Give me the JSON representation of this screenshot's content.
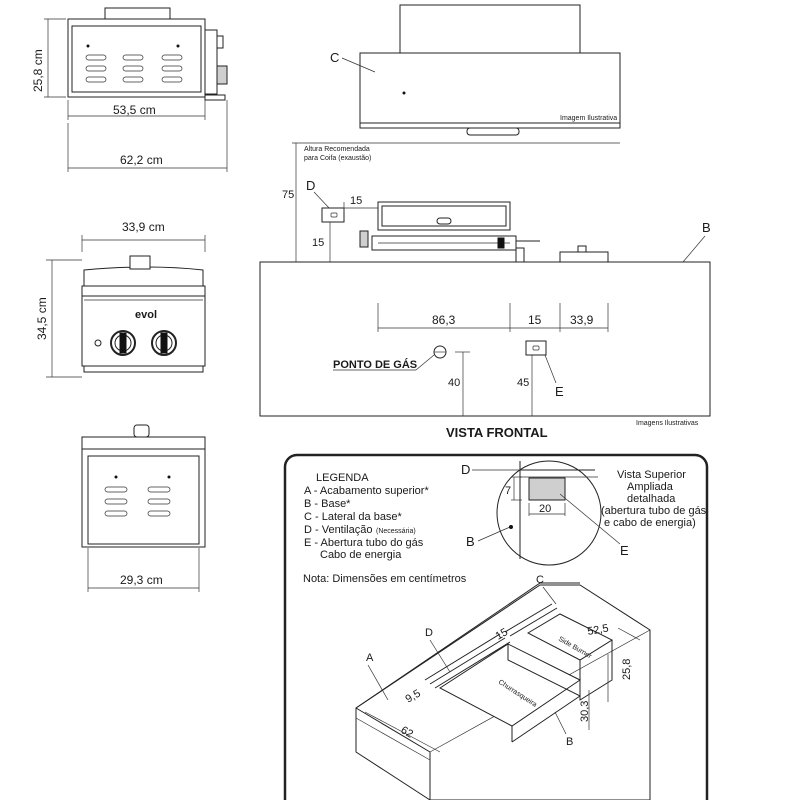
{
  "top_side_burner": {
    "width_label": "53,5 cm",
    "depth_label": "62,2 cm",
    "height_label": "25,8 cm"
  },
  "front_side_burner": {
    "width_label": "33,9 cm",
    "height_label": "34,5 cm",
    "brand": "evol"
  },
  "rear_side_burner": {
    "width_label": "29,3 cm"
  },
  "front_view": {
    "hood_letter": "C",
    "hood_note": "Imagem Ilustrativa",
    "recommended_height_line1": "Altura Recomendada",
    "recommended_height_line2": "para Coifa (exaustão)",
    "height_75": "75",
    "vent_letter": "D",
    "vent_offset_15": "15",
    "vent_height_15": "15",
    "counter_letter": "B",
    "grill_width": "86,3",
    "gap_15": "15",
    "burner_width": "33,9",
    "gas_point": "PONTO DE GÁS",
    "gas_height": "40",
    "pipe_height": "45",
    "pipe_letter": "E",
    "images_note": "Imagens Ilustrativas",
    "title": "VISTA FRONTAL"
  },
  "legend": {
    "title": "LEGENDA",
    "items": [
      "A - Acabamento superior*",
      "B - Base*",
      "C -  Lateral da base*",
      "D - Ventilação",
      "E - Abertura tubo do gás",
      "Cabo de energia"
    ],
    "ventilation_note": "(Necessária)",
    "note": "Nota: Dimensões em centímetros"
  },
  "detail": {
    "title_line1": "Vista Superior",
    "title_line2": "Ampliada",
    "title_line3": "detalhada",
    "title_line4": "(abertura tubo de gás",
    "title_line5": "e cabo de energia)",
    "label_d": "D",
    "label_b": "B",
    "label_e": "E",
    "dim_7": "7",
    "dim_20": "20"
  },
  "iso": {
    "label_a": "A",
    "label_b": "B",
    "label_c": "C",
    "label_d": "D",
    "dim_15": "15",
    "dim_52_5": "52,5",
    "dim_25_8": "25,8",
    "dim_9_5": "9,5",
    "dim_62": "62",
    "dim_30_3": "30,3",
    "side_burner": "Side Burner",
    "grill": "Churrasqueira"
  }
}
